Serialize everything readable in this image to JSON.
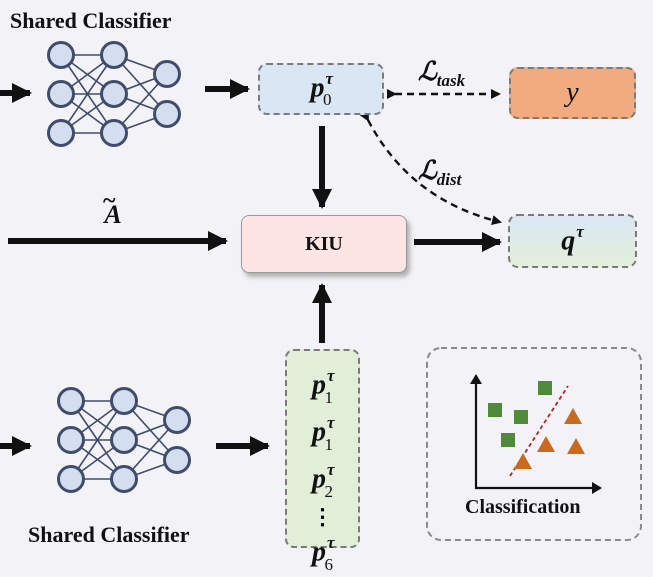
{
  "top_classifier": {
    "title": "Shared Classifier"
  },
  "bottom_classifier": {
    "title": "Shared Classifier"
  },
  "p0_box": {
    "base": "p",
    "sup": "τ",
    "sub": "0"
  },
  "y_box": {
    "label": "y"
  },
  "q_box": {
    "base": "q",
    "sup": "τ"
  },
  "kiu_box": {
    "label": "KIU"
  },
  "adj_label": {
    "base": "A",
    "accent": "~"
  },
  "loss_task": {
    "script": "ℒ",
    "sub": "task"
  },
  "loss_dist": {
    "script": "ℒ",
    "sub": "dist"
  },
  "p_stack": {
    "items": [
      {
        "base": "p",
        "sup": "τ",
        "sub": "1"
      },
      {
        "base": "p",
        "sup": "τ",
        "sub": "1"
      },
      {
        "base": "p",
        "sup": "τ",
        "sub": "2"
      },
      {
        "dots": "⋮"
      },
      {
        "base": "p",
        "sup": "τ",
        "sub": "6"
      }
    ]
  },
  "classification_panel": {
    "caption": "Classification"
  },
  "colors": {
    "node_fill": "#d4deee",
    "node_stroke": "#3f4c6b",
    "p0_fill": "#d9e7f5",
    "y_fill": "#f2aa7f",
    "kiu_fill": "#fde5e3",
    "stack_fill": "#e2efd8",
    "square_green": "#4e8a3a",
    "triangle_orange": "#c96a1e",
    "divider_red": "#b22525"
  }
}
